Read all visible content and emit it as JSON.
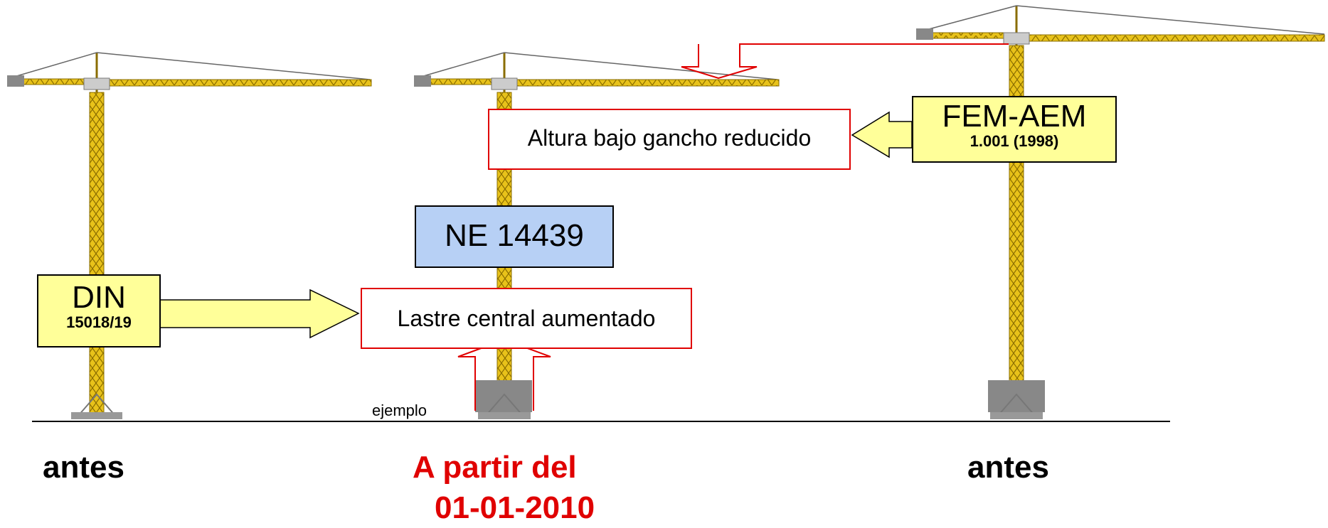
{
  "boxes": {
    "din": {
      "title": "DIN",
      "sub": "15018/19"
    },
    "fem": {
      "title": "FEM-AEM",
      "sub": "1.001 (1998)"
    },
    "ne": {
      "title": "NE 14439"
    },
    "lastre": {
      "text": "Lastre central aumentado"
    },
    "altura": {
      "text": "Altura bajo gancho reducido"
    }
  },
  "ejemplo": "ejemplo",
  "labels": {
    "left": "antes",
    "middle_line1": "A partir del",
    "middle_line2": "01-01-2010",
    "right": "antes"
  },
  "colors": {
    "crane": "#e8c21a",
    "box_yellow": "#ffff99",
    "box_blue": "#b7d0f5",
    "accent_red": "#e00000"
  }
}
